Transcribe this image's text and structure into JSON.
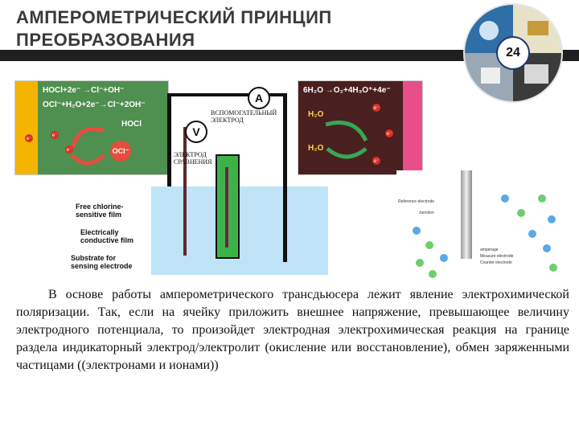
{
  "header": {
    "title": "АМПЕРОМЕТРИЧЕСКИЙ ПРИНЦИП\nПРЕОБРАЗОВАНИЯ",
    "page_number": "24"
  },
  "figure": {
    "left_panel": {
      "equation_1": "HOCl+2e⁻ →Cl⁻+OH⁻",
      "equation_2": "OCl⁻+H₂O+2e⁻→Cl⁻+2OH⁻",
      "species_1": "HOCl",
      "species_2": "OCl⁻",
      "electron": "e⁻"
    },
    "right_panel": {
      "equation": "6H₂O →O₂+4H₃O⁺+4e⁻",
      "species_1": "H₂O",
      "species_2": "H₂O",
      "electron": "e⁻"
    },
    "ammeter_label": "A",
    "voltmeter_label": "V",
    "aux_electrode_label": "ВСПОМОГАТЕЛЬНЫЙ\nЭЛЕКТРОД",
    "ref_electrode_label": "ЭЛЕКТРОД\nСРАВНЕНИЯ",
    "layer_labels": [
      "Free chlorine-\nsensitive film",
      "Electrically\nconductive film",
      "Substrate for\nsensing electrode"
    ],
    "sensor_labels": {
      "reference": "Reference electrode",
      "junction": "Junction",
      "amperage": "amperage",
      "measure": "Measure electrode",
      "counter": "Counter electrode"
    }
  },
  "body_text": "В основе работы амперометрического трансдьюсера лежит явление электрохимической поляризации. Так, если на ячейку приложить внешнее напряжение, превышающее величину электродного потенциала, то произойдет электродная электрохимическая реакция на границе раздела индикаторный электрод/электролит (окисление или восстановление), обмен заряженными частицами ((электронами и ионами))",
  "colors": {
    "title": "#3a3a3a",
    "band": "#1f1f1f",
    "green": "#34a853",
    "solution": "#bfe3f7",
    "dark_red": "#3b0d10"
  }
}
